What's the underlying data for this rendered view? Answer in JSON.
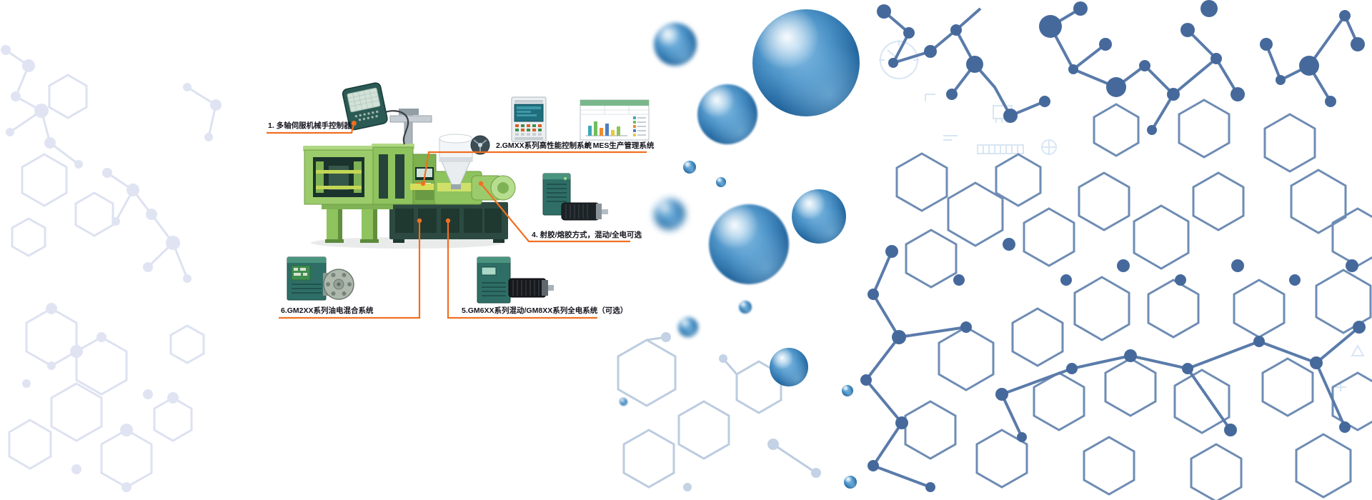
{
  "diagram": {
    "machine": {
      "component": "injection-molding-machine"
    },
    "annotations": [
      {
        "label": "1. 多轴伺服机械手控制器",
        "component": "robot-hand-controller"
      },
      {
        "label": "2.GMXX系列高性能控制系统",
        "component": "hmi-control-panel"
      },
      {
        "label": "3. MES生产管理系统",
        "component": "mes-dashboard-screen"
      },
      {
        "label": "4. 射胶/熔胶方式，混动/全电可选",
        "component": "injection-servo-drive"
      },
      {
        "label": "5.GM6XX系列混动/GM8XX系列全电系统（可选）",
        "component": "hybrid-full-electric-system"
      },
      {
        "label": "6.GM2XX系列油电混合系统",
        "component": "oil-electric-hybrid-system"
      }
    ]
  },
  "colors": {
    "accent_orange": "#f07021",
    "machine_green": "#8fc35e",
    "machine_dark_green": "#2c4a41",
    "sphere_blue": "#1d5f95",
    "network_blue_right": "#5a7baa",
    "network_blue_light": "#bccce0",
    "network_gray_left": "#dde2f1"
  }
}
